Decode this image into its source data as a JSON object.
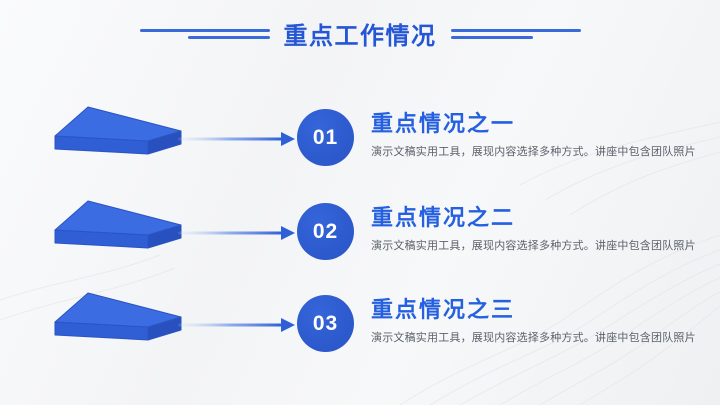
{
  "slide": {
    "title": "重点工作情况",
    "items": [
      {
        "number": "01",
        "heading": "重点情况之一",
        "description": "演示文稿实用工具，展现内容选择多种方式。讲座中包含团队照片"
      },
      {
        "number": "02",
        "heading": "重点情况之二",
        "description": "演示文稿实用工具，展现内容选择多种方式。讲座中包含团队照片"
      },
      {
        "number": "03",
        "heading": "重点情况之三",
        "description": "演示文稿实用工具，展现内容选择多种方式。讲座中包含团队照片"
      }
    ],
    "colors": {
      "title_text": "#2456D6",
      "heading_text": "#2560E0",
      "description_text": "#5C626B",
      "decor_line": "#3A69DA",
      "circle_fill": "#2D5BCE",
      "circle_text": "#FFFFFF",
      "platform_top": "#3C6CE2",
      "platform_front": "#2F5ED5",
      "platform_side": "#2850BE",
      "arrow": "#2E5FD6",
      "background": "#F3F4F6"
    },
    "icons": {
      "platform": "3d-platform-icon",
      "arrow": "arrow-right-icon"
    }
  }
}
